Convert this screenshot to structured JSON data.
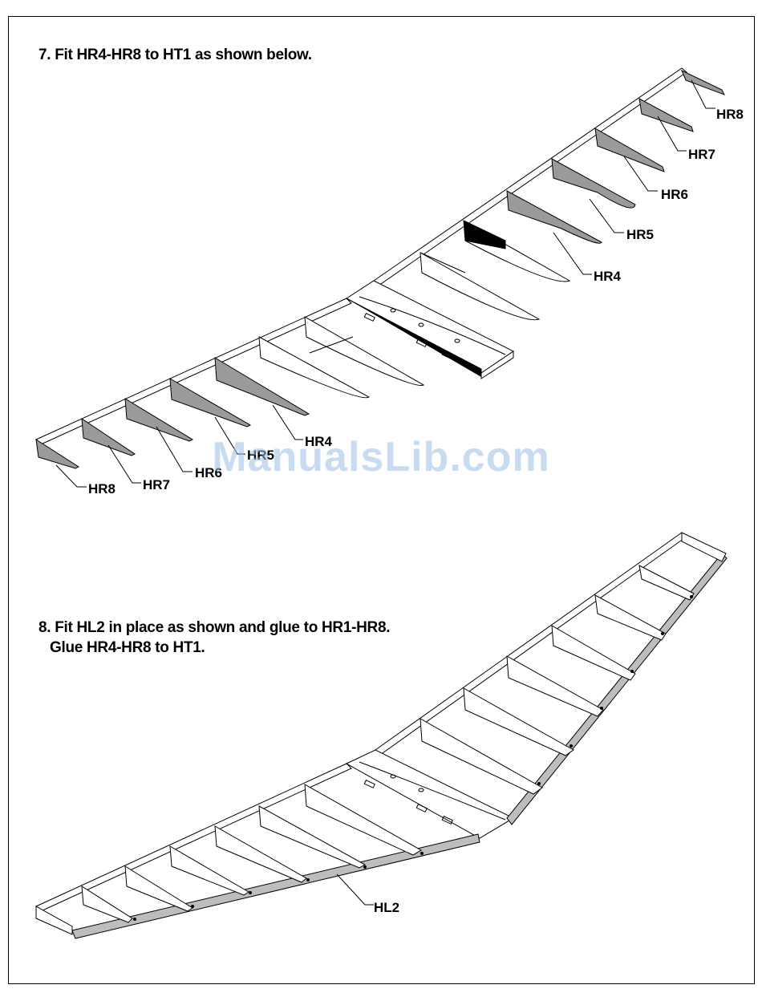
{
  "step7": {
    "text": "7. Fit HR4-HR8 to HT1 as shown below."
  },
  "step8": {
    "line1": "8. Fit HL2 in place as shown and glue to HR1-HR8.",
    "line2": "Glue HR4-HR8 to HT1."
  },
  "fig7_labels": {
    "right": [
      "HR8",
      "HR7",
      "HR6",
      "HR5",
      "HR4"
    ],
    "left": [
      "HR8",
      "HR7",
      "HR6",
      "HR5",
      "HR4"
    ]
  },
  "fig8_labels": {
    "hl2": "HL2"
  },
  "watermark": "ManualsLib.com",
  "colors": {
    "part_fill": "#9a9a9a",
    "outline": "#000000",
    "watermark": "#9dbfe6"
  }
}
